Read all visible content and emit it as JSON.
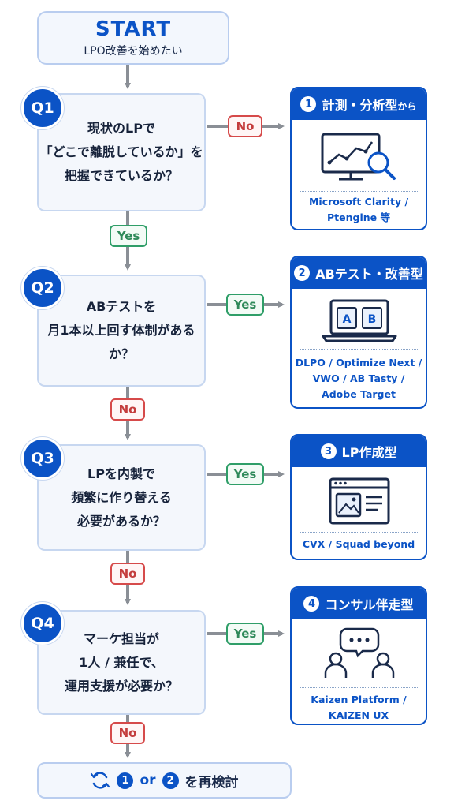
{
  "start": {
    "title": "START",
    "subtitle": "LPO改善を始めたい"
  },
  "questions": [
    {
      "badge": "Q1",
      "text": "現状のLPで\n「どこで離脱しているか」を\n把握できているか？"
    },
    {
      "badge": "Q2",
      "text": "ABテストを\n月1本以上回す体制があるか？"
    },
    {
      "badge": "Q3",
      "text": "LPを内製で\n頻繁に作り替える\n必要があるか？"
    },
    {
      "badge": "Q4",
      "text": "マーケ担当が\n1人 / 兼任で、\n運用支援が必要か？"
    }
  ],
  "labels": {
    "q1_right": "No",
    "q1_down": "Yes",
    "q2_right": "Yes",
    "q2_down": "No",
    "q3_right": "Yes",
    "q3_down": "No",
    "q4_right": "Yes",
    "q4_down": "No"
  },
  "results": [
    {
      "num": "1",
      "title": "計測・分析型",
      "suffix": "から",
      "icon": "analytics-monitor-icon",
      "tools": "Microsoft Clarity /\nPtengine 等"
    },
    {
      "num": "2",
      "title": "ABテスト・改善型",
      "suffix": "",
      "icon": "ab-test-laptop-icon",
      "tools": "DLPO / Optimize Next /\nVWO / AB Tasty /\nAdobe Target",
      "ab_a": "A",
      "ab_b": "B"
    },
    {
      "num": "3",
      "title": "LP作成型",
      "suffix": "",
      "icon": "page-builder-icon",
      "tools": "CVX / Squad beyond"
    },
    {
      "num": "4",
      "title": "コンサル伴走型",
      "suffix": "",
      "icon": "consulting-chat-icon",
      "tools": "Kaizen Platform /\nKAIZEN UX"
    }
  ],
  "final": {
    "num1": "1",
    "or": "or",
    "num2": "2",
    "text": "を再検討",
    "icon": "refresh-icon"
  },
  "colors": {
    "primary": "#0b53c6",
    "yes": "#2f9e68",
    "no": "#d64a4a",
    "arrow": "#8a8f96"
  }
}
